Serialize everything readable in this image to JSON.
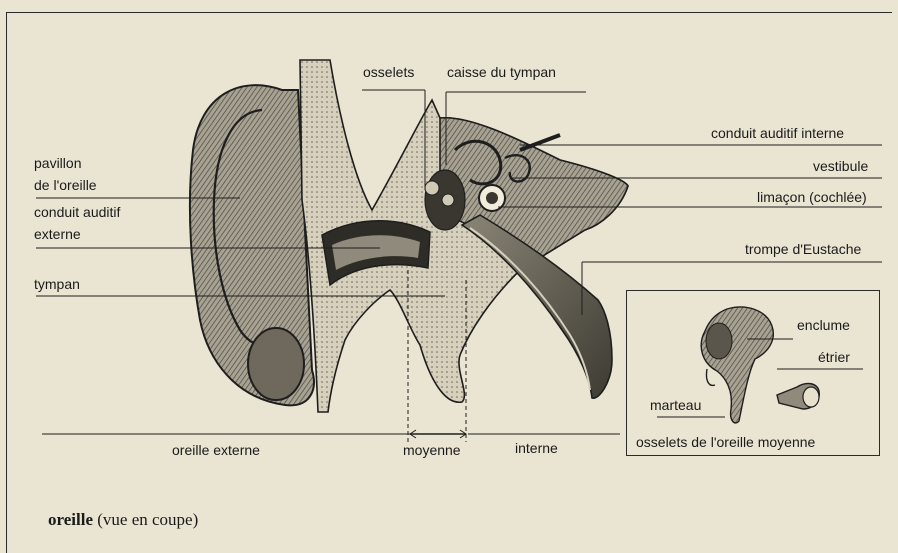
{
  "labels": {
    "osselets": "osselets",
    "caisse_du_tympan": "caisse du tympan",
    "conduit_auditif_interne": "conduit auditif interne",
    "vestibule": "vestibule",
    "limacon": "limaçon (cochlée)",
    "pavillon_line1": "pavillon",
    "pavillon_line2": "de l'oreille",
    "conduit_externe_line1": "conduit auditif",
    "conduit_externe_line2": "externe",
    "trompe": "trompe d'Eustache",
    "tympan": "tympan",
    "oreille_externe": "oreille externe",
    "moyenne": "moyenne",
    "interne": "interne"
  },
  "inset": {
    "enclume": "enclume",
    "etrier": "étrier",
    "marteau": "marteau",
    "title": "osselets de l'oreille moyenne"
  },
  "caption": {
    "term": "oreille",
    "description": "(vue en coupe)"
  }
}
